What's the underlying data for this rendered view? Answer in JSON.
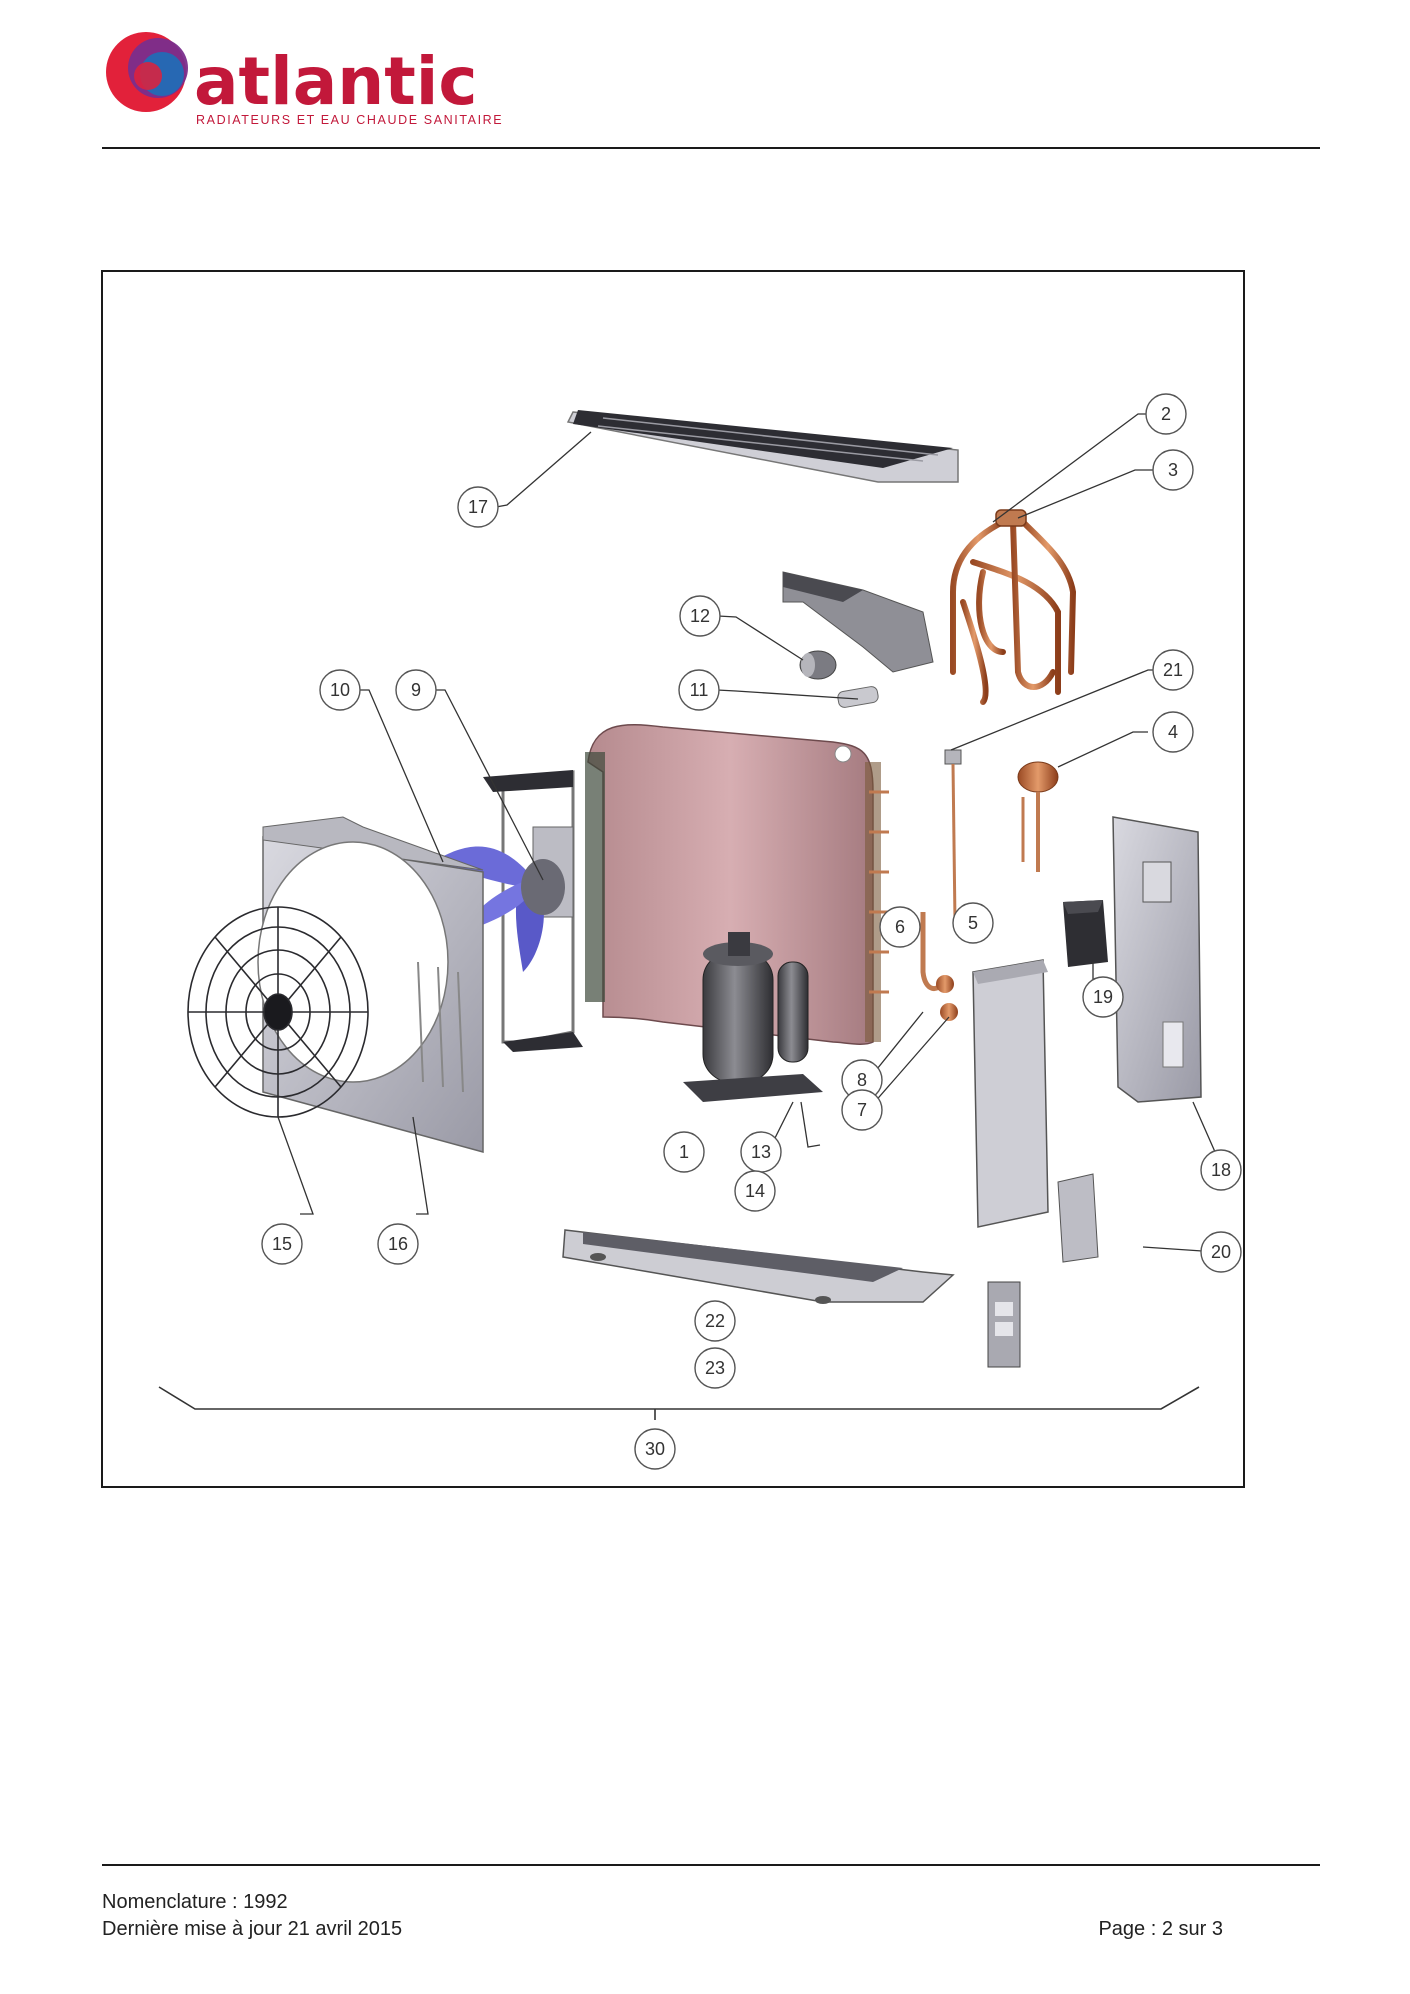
{
  "brand": {
    "name": "atlantic",
    "tagline": "RADIATEURS ET EAU CHAUDE SANITAIRE",
    "colors": {
      "text": "#c2183a",
      "mark_red": "#e2213a",
      "mark_purple": "#7a2e8c",
      "mark_blue": "#1d6fb8"
    }
  },
  "diagram": {
    "callouts": [
      "2",
      "3",
      "17",
      "12",
      "10",
      "9",
      "11",
      "21",
      "4",
      "6",
      "5",
      "19",
      "8",
      "7",
      "1",
      "13",
      "14",
      "18",
      "15",
      "16",
      "20",
      "22",
      "23",
      "30"
    ]
  },
  "footer": {
    "nomenclature": "Nomenclature : 1992",
    "updated": "Dernière mise à jour 21 avril 2015",
    "page": "Page : 2 sur 3"
  }
}
